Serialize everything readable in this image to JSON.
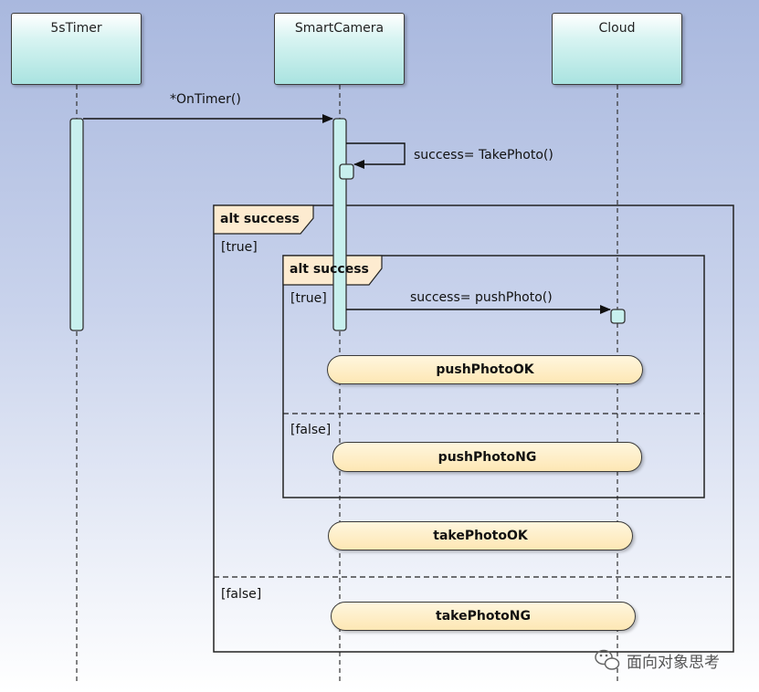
{
  "lifelines": [
    {
      "name": "5sTimer"
    },
    {
      "name": "SmartCamera"
    },
    {
      "name": "Cloud"
    }
  ],
  "messages": {
    "on_timer": "*OnTimer()",
    "take_photo": "success= TakePhoto()",
    "push_photo": "success= pushPhoto()"
  },
  "fragments": {
    "outer": {
      "label": "alt success",
      "guard_true": "[true]",
      "guard_false": "[false]"
    },
    "inner": {
      "label": "alt success",
      "guard_true": "[true]",
      "guard_false": "[false]"
    }
  },
  "states": {
    "push_ok": "pushPhotoOK",
    "push_ng": "pushPhotoNG",
    "take_ok": "takePhotoOK",
    "take_ng": "takePhotoNG"
  },
  "watermark": "面向对象思考",
  "colors": {
    "background_top": "#a9b8de",
    "lifeline_fill": "#a9e3e0",
    "activation_fill": "#c8f0ee",
    "state_fill": "#fde7b4",
    "line": "#222222"
  },
  "icons": {
    "watermark_icon": "wechat-icon"
  }
}
